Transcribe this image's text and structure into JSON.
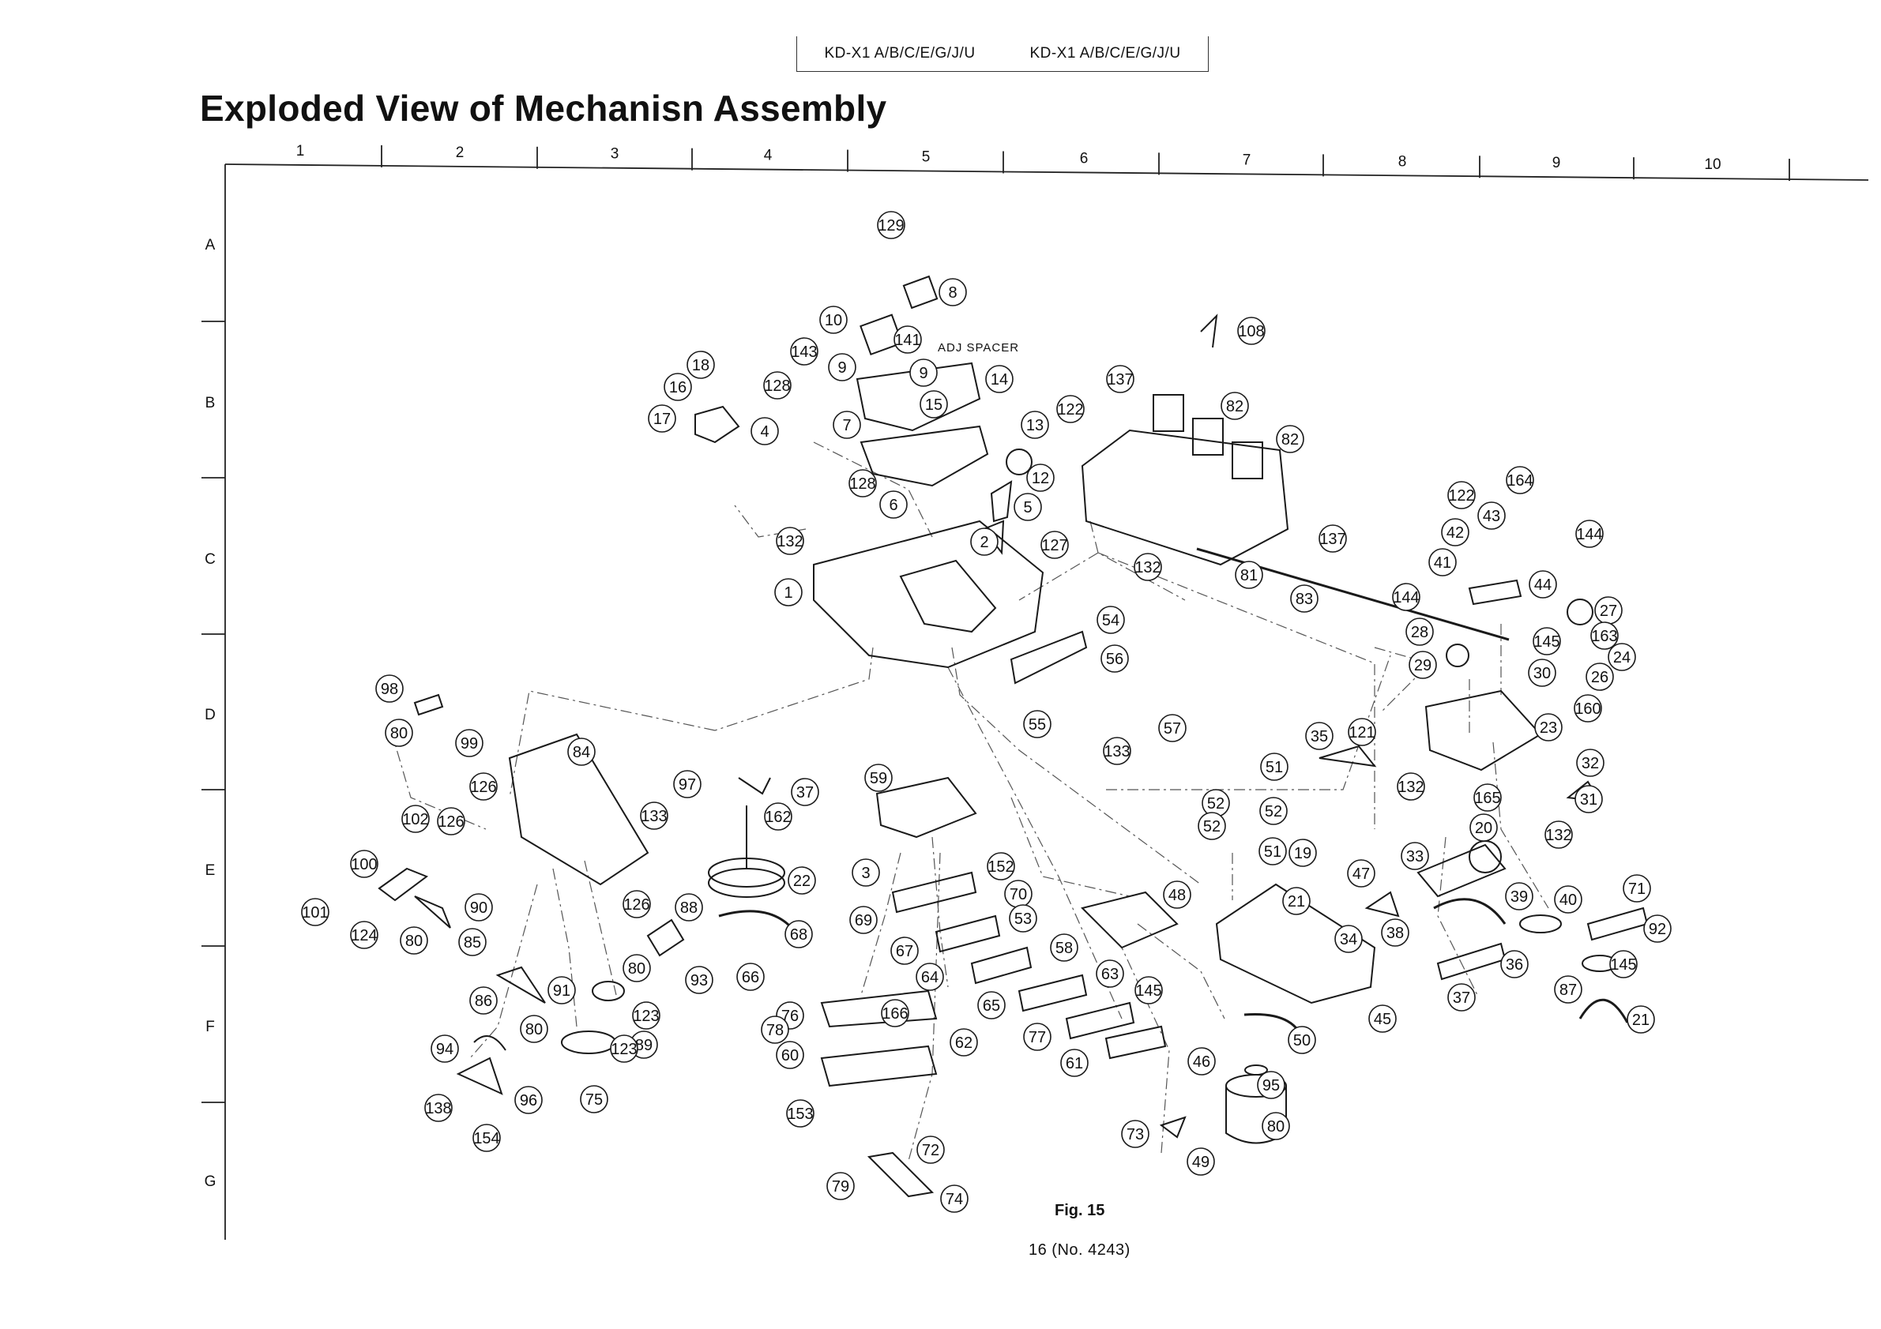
{
  "header": {
    "model_left": "KD-X1 A/B/C/E/G/J/U",
    "model_right": "KD-X1 A/B/C/E/G/J/U"
  },
  "title": "Exploded View of Mechanisn Assembly",
  "grid": {
    "columns": [
      "1",
      "2",
      "3",
      "4",
      "5",
      "6",
      "7",
      "8",
      "9",
      "10"
    ],
    "rows": [
      "A",
      "B",
      "C",
      "D",
      "E",
      "F",
      "G"
    ]
  },
  "annotation_adj_spacer": "ADJ SPACER",
  "parts": [
    "129",
    "8",
    "10",
    "141",
    "143",
    "9",
    "9",
    "18",
    "128",
    "15",
    "14",
    "16",
    "17",
    "4",
    "7",
    "13",
    "122",
    "137",
    "82",
    "82",
    "108",
    "128",
    "6",
    "12",
    "5",
    "2",
    "127",
    "132",
    "1",
    "132",
    "81",
    "137",
    "83",
    "164",
    "122",
    "43",
    "42",
    "144",
    "41",
    "44",
    "144",
    "27",
    "28",
    "145",
    "163",
    "24",
    "29",
    "30",
    "26",
    "160",
    "54",
    "56",
    "55",
    "57",
    "133",
    "98",
    "80",
    "99",
    "84",
    "97",
    "126",
    "133",
    "37",
    "162",
    "59",
    "35",
    "121",
    "23",
    "32",
    "132",
    "31",
    "51",
    "52",
    "52",
    "165",
    "20",
    "132",
    "102",
    "126",
    "100",
    "101",
    "124",
    "80",
    "85",
    "90",
    "126",
    "88",
    "22",
    "3",
    "152",
    "52",
    "51",
    "19",
    "33",
    "47",
    "21",
    "39",
    "71",
    "70",
    "69",
    "53",
    "68",
    "67",
    "58",
    "48",
    "34",
    "38",
    "40",
    "92",
    "80",
    "93",
    "66",
    "64",
    "65",
    "63",
    "145",
    "36",
    "145",
    "87",
    "86",
    "91",
    "80",
    "123",
    "89",
    "123",
    "75",
    "76",
    "166",
    "78",
    "62",
    "77",
    "60",
    "61",
    "46",
    "45",
    "37",
    "21",
    "50",
    "95",
    "94",
    "96",
    "138",
    "154",
    "153",
    "72",
    "73",
    "49",
    "80",
    "79",
    "74"
  ],
  "figure_label": "Fig. 15",
  "page_number": "16 (No. 4243)"
}
